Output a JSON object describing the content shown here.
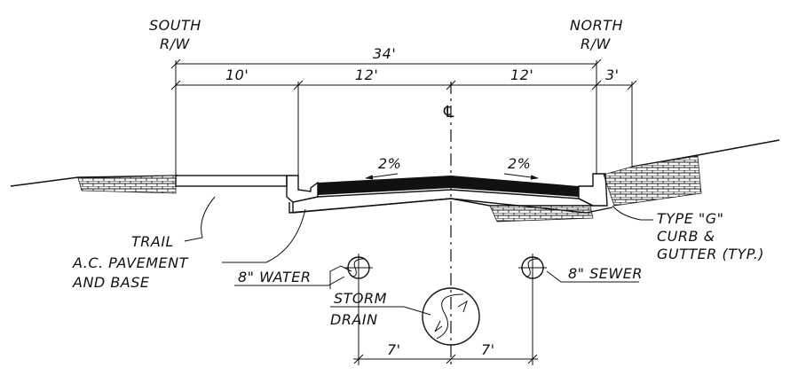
{
  "labels": {
    "south": "SOUTH",
    "south_rw": "R/W",
    "north": "NORTH",
    "north_rw": "R/W",
    "centerline": "℄",
    "trail": "TRAIL",
    "pavement_1": "A.C. PAVEMENT",
    "pavement_2": "AND BASE",
    "water": "8\" WATER",
    "storm_1": "STORM",
    "storm_2": "DRAIN",
    "sewer": "8\" SEWER",
    "curb_1": "TYPE \"G\"",
    "curb_2": "CURB &",
    "curb_3": "GUTTER (TYP.)"
  },
  "dimensions": {
    "total": "34'",
    "trail_width": "10'",
    "south_lane": "12'",
    "north_lane": "12'",
    "north_strip": "3'",
    "water_offset": "7'",
    "sewer_offset": "7'"
  },
  "slopes": {
    "left": "2%",
    "right": "2%"
  }
}
